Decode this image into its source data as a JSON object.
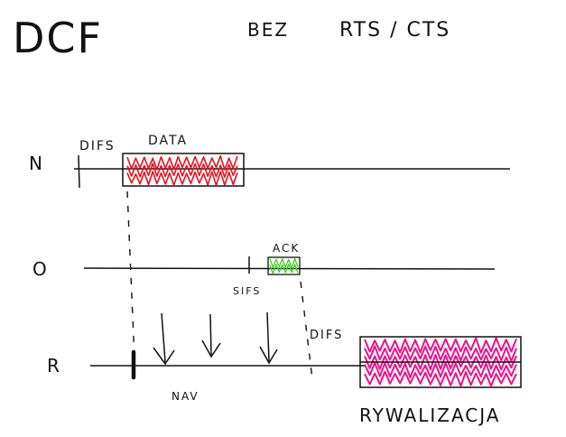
{
  "header": {
    "title": "DCF",
    "subtitle_prefix": "BEZ",
    "subtitle_suffix": "RTS / CTS"
  },
  "stations": {
    "n": {
      "label": "N",
      "difs_label": "DIFS",
      "frame_label": "DATA",
      "frame_color": "#e8101a"
    },
    "o": {
      "label": "O",
      "sifs_label": "SIFS",
      "frame_label": "ACK",
      "frame_color": "#3fd21f"
    },
    "r": {
      "label": "R",
      "nav_label": "NAV",
      "difs_label": "DIFS",
      "contention_label": "RYWALIZACJA",
      "contention_color": "#f0108a"
    }
  }
}
